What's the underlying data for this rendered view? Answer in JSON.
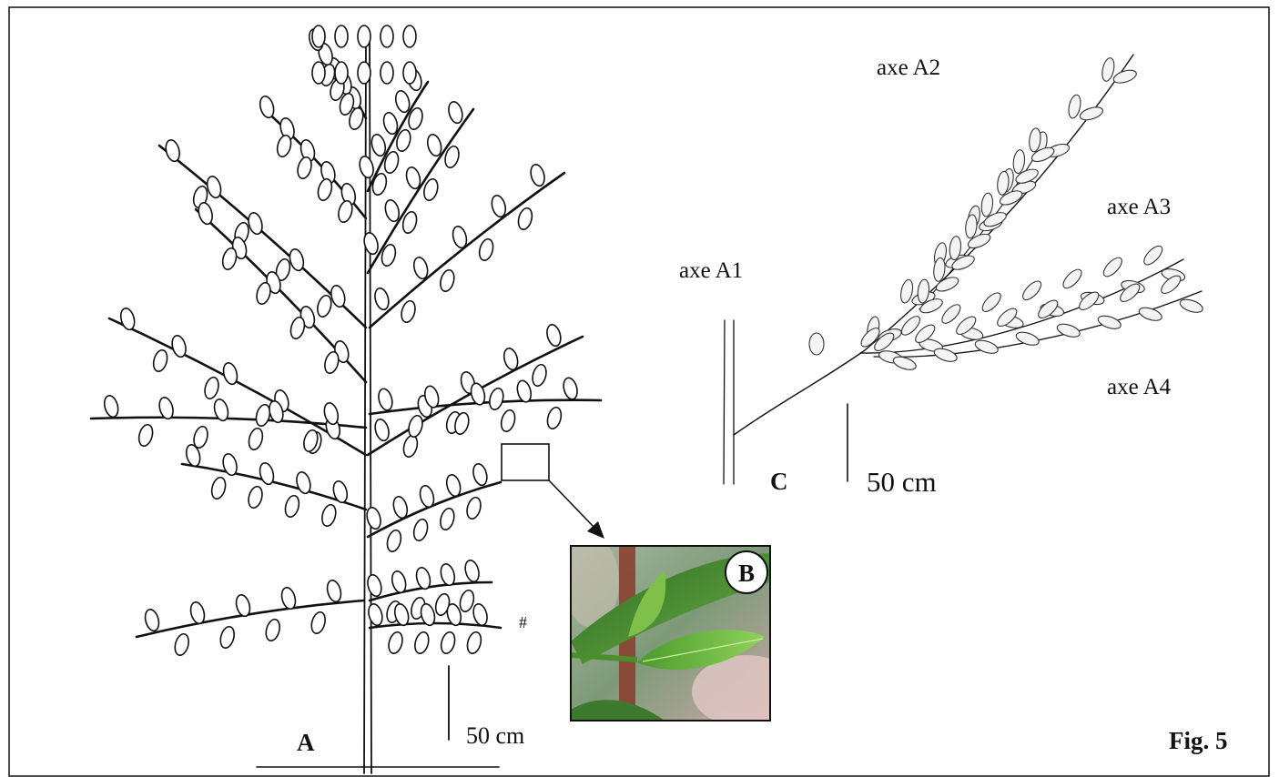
{
  "figure": {
    "panel_a_label": "A",
    "panel_b_label": "B",
    "panel_c_label": "C",
    "scale_a_label": "50 cm",
    "scale_c_label": "50 cm",
    "hash_mark": "#",
    "fig_caption": "Fig. 5",
    "axes": {
      "a1": "axe A1",
      "a2": "axe A2",
      "a3": "axe A3",
      "a4": "axe A4"
    }
  }
}
